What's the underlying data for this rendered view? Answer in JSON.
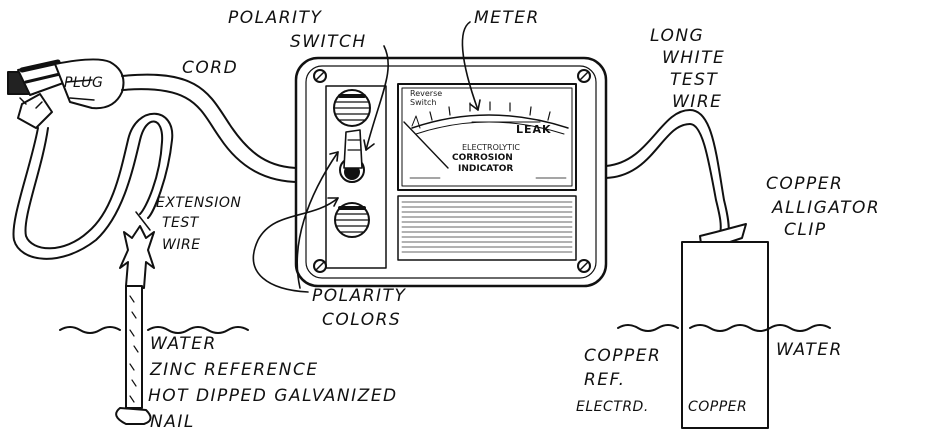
{
  "labels": {
    "polarity_switch_line1": "POLARITY",
    "polarity_switch_line2": "SWITCH",
    "meter": "METER",
    "long_white_test_wire_line1": "LONG",
    "long_white_test_wire_line2": "WHITE",
    "long_white_test_wire_line3": "TEST",
    "long_white_test_wire_line4": "WIRE",
    "plug": "PLUG",
    "cord": "CORD",
    "extension_test_wire_line1": "EXTENSION",
    "extension_test_wire_line2": "TEST",
    "extension_test_wire_line3": "WIRE",
    "copper_alligator_clip_line1": "COPPER",
    "copper_alligator_clip_line2": "ALLIGATOR",
    "copper_alligator_clip_line3": "CLIP",
    "polarity_colors_line1": "POLARITY",
    "polarity_colors_line2": "COLORS",
    "water_left": "WATER",
    "zinc_reference": "ZINC REFERENCE",
    "hot_dipped_nail": "HOT DIPPED GALVANIZED",
    "nail": "NAIL",
    "water_right": "WATER",
    "copper_ref_line1": "COPPER",
    "copper_ref_line2": "REF.",
    "copper_ref_line3": "ELECTRD.",
    "copper_plate": "COPPER"
  },
  "meter_face": {
    "reverse_switch_line1": "Reverse",
    "reverse_switch_line2": "Switch",
    "leak": "LEAK",
    "title_line1": "ELECTROLYTIC",
    "title_line2": "CORROSION",
    "title_line3": "INDICATOR"
  }
}
